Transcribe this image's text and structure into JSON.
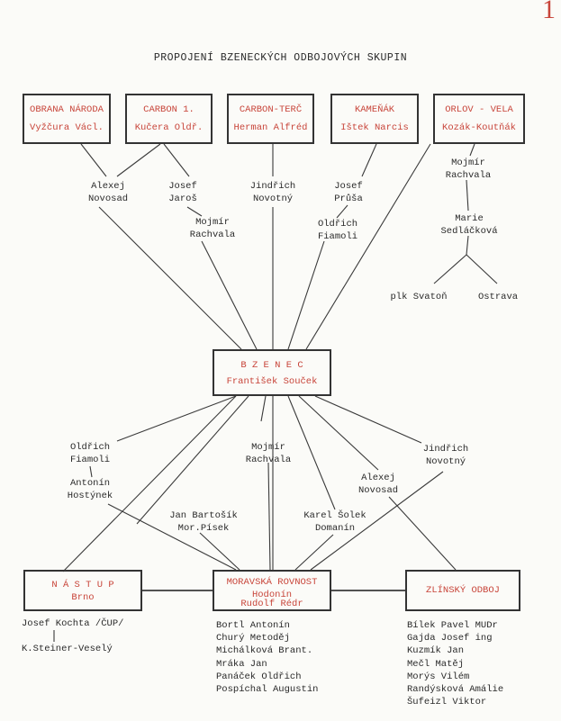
{
  "page_number": "1",
  "title": "PROPOJENÍ BZENECKÝCH ODBOJOVÝCH SKUPIN",
  "top_groups": [
    {
      "name": "OBRANA NÁRODA",
      "leader": "Vyžčura Václ."
    },
    {
      "name": "CARBON 1.",
      "leader": "Kučera Oldř."
    },
    {
      "name": "CARBON-TERČ",
      "leader": "Herman Alfréd"
    },
    {
      "name": "KAMEŇÁK",
      "leader": "Ištek Narcis"
    },
    {
      "name": "ORLOV - VELA",
      "leader": "Kozák-Koutňák"
    }
  ],
  "upper_people": {
    "novosad": "Alexej\nNovosad",
    "jaros": "Josef\nJaroš",
    "rachvala_mid": "Mojmír\nRachvala",
    "novotny": "Jindřich\nNovotný",
    "prusa": "Josef\nPrůša",
    "fiamoli": "Oldřich\nFiamoli",
    "rachvala_right": "Mojmír\nRachvala",
    "sedlackova": "Marie\nSedláčková",
    "svaton": "plk Svatoň",
    "ostrava": "Ostrava"
  },
  "center": {
    "name": "B Z E N E C",
    "leader": "František Souček"
  },
  "lower_people": {
    "fiamoli": "Oldřich\nFiamoli",
    "hostynek": "Antonín\nHostýnek",
    "rachvala": "Mojmír\nRachvala",
    "bartosik": "Jan Bartošík\nMor.Písek",
    "solek": "Karel Šolek\nDomanín",
    "novosad": "Alexej\nNovosad",
    "novotny": "Jindřich\nNovotný"
  },
  "bottom_groups": {
    "nastup": {
      "name": "N Á S T U P",
      "place": "Brno"
    },
    "moravska": {
      "name": "MORAVSKÁ ROVNOST",
      "place": "Hodonín",
      "person": "Rudolf Rédr"
    },
    "zlinsky": {
      "name": "ZLÍNSKÝ ODBOJ"
    }
  },
  "nastup_members": [
    "Josef Kochta /ČUP/",
    "K.Steiner-Veselý"
  ],
  "moravska_members": [
    "Bortl Antonín",
    "Churý Metoděj",
    "Michálková Brant.",
    "Mráka Jan",
    "Panáček Oldřich",
    "Pospíchal Augustin"
  ],
  "zlinsky_members": [
    "Bílek Pavel MUDr",
    "Gajda Josef ing",
    "Kuzmík Jan",
    "Mečl Matěj",
    "Morýs Vilém",
    "Randýsková Amálie",
    "Šufeizl Viktor"
  ]
}
